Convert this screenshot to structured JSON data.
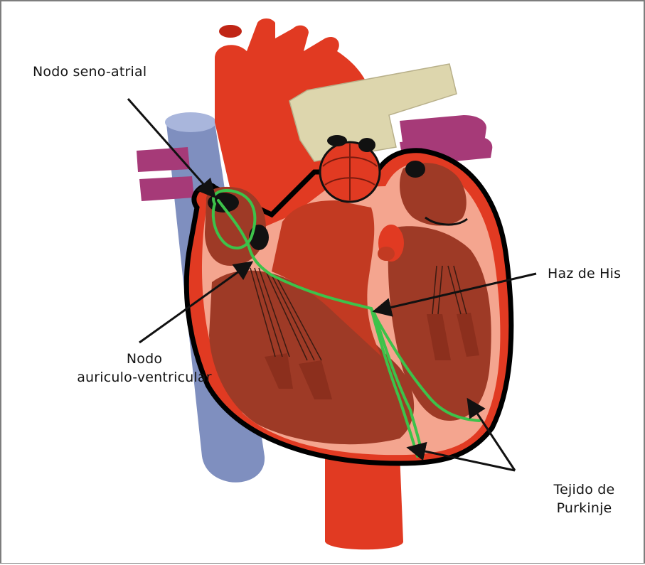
{
  "labels": {
    "sa_node": "Nodo seno-atrial",
    "av_node_line1": "Nodo",
    "av_node_line2": "auriculo-ventricular",
    "bundle_of_his": "Haz de His",
    "purkinje_line1": "Tejido de",
    "purkinje_line2": "Purkinje"
  },
  "colors": {
    "heart_red": "#e13a22",
    "dark_chamber": "#9e3a26",
    "pink_lining": "#f4a58f",
    "outline": "#000000",
    "vena_cava_blue": "#7f8fbf",
    "pulmonary_artery": "#ddd6ad",
    "pulmonary_veins": "#a63a78",
    "conduction_pathway": "#3dc24a"
  }
}
